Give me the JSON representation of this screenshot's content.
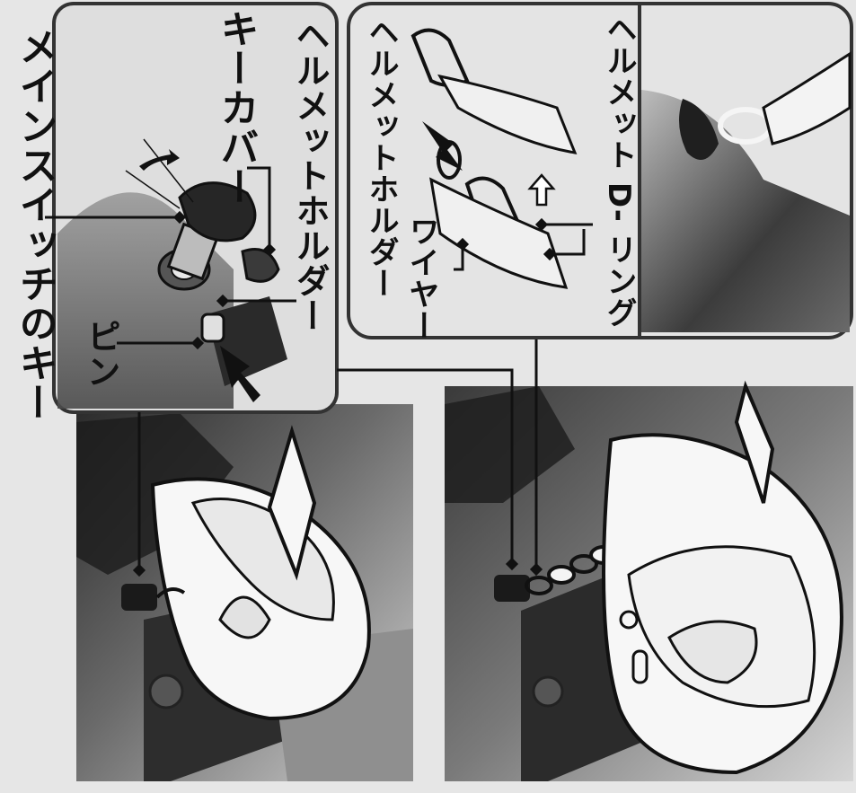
{
  "labels": {
    "main_switch_key": "メインスイッチのキー",
    "pin": "ピン",
    "key_cover": "キーカバー",
    "helmet_holder_left": "ヘルメットホルダー",
    "helmet_holder_right": "ヘルメットホルダー",
    "wire": "ワイヤー",
    "helmet_d_ring": "ヘルメット D- リング"
  },
  "colors": {
    "background": "#e6e6e6",
    "panel_fill": "#dcdcdc",
    "panel_border": "#333333",
    "line": "#222222",
    "helmet": "#f7f7f7",
    "dark_metal": "#3a3a3a"
  }
}
